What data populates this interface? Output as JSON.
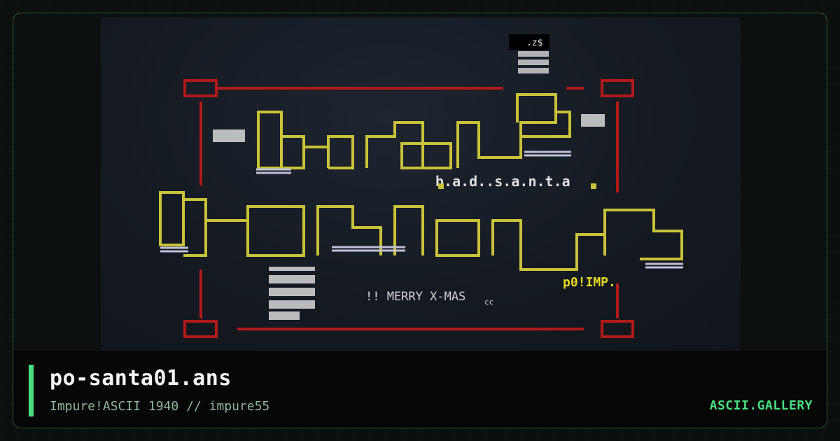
{
  "artwork": {
    "filename": "po-santa01.ans",
    "meta": "Impure!ASCII 1940 // impure55",
    "brand": "ASCII.GALLERY",
    "text_marks": {
      "top_tag": ".z$",
      "sig_line": "b.a.d..s.a.n.t.a",
      "greeting": "!! MERRY X-MAS",
      "group_tag": "p0!IMP.",
      "cc": "cc"
    },
    "colors": {
      "border_red": "#b01a1a",
      "text_yellow": "#c9c23a",
      "white_text": "#e6e6e6",
      "accent": "#4ade80"
    }
  }
}
